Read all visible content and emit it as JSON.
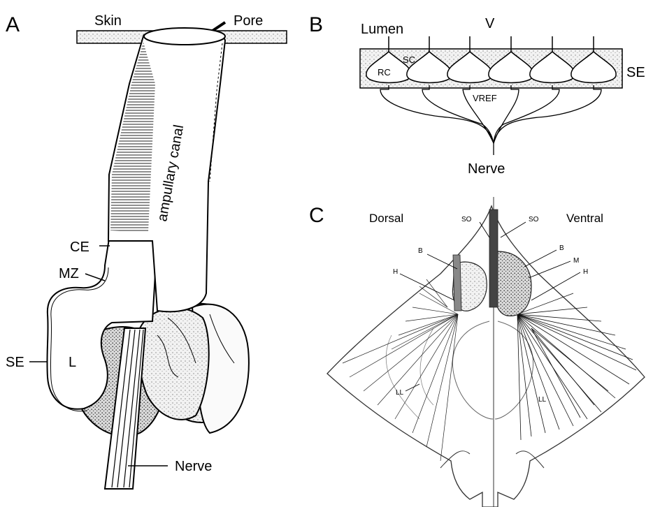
{
  "panel_a": {
    "letter": "A",
    "labels": {
      "skin": "Skin",
      "pore": "Pore",
      "canal": "ampullary canal",
      "ce": "CE",
      "mz": "MZ",
      "se": "SE",
      "l": "L",
      "nerve": "Nerve"
    }
  },
  "panel_b": {
    "letter": "B",
    "labels": {
      "lumen": "Lumen",
      "v": "V",
      "sc": "SC",
      "rc": "RC",
      "se": "SE",
      "vref": "VREF",
      "nerve": "Nerve"
    }
  },
  "panel_c": {
    "letter": "C",
    "labels": {
      "dorsal": "Dorsal",
      "ventral": "Ventral",
      "so_left": "SO",
      "so_right": "SO",
      "b_left": "B",
      "b_right": "B",
      "m": "M",
      "h_left": "H",
      "h_right": "H",
      "ll_left": "LL",
      "ll_right": "LL"
    }
  }
}
